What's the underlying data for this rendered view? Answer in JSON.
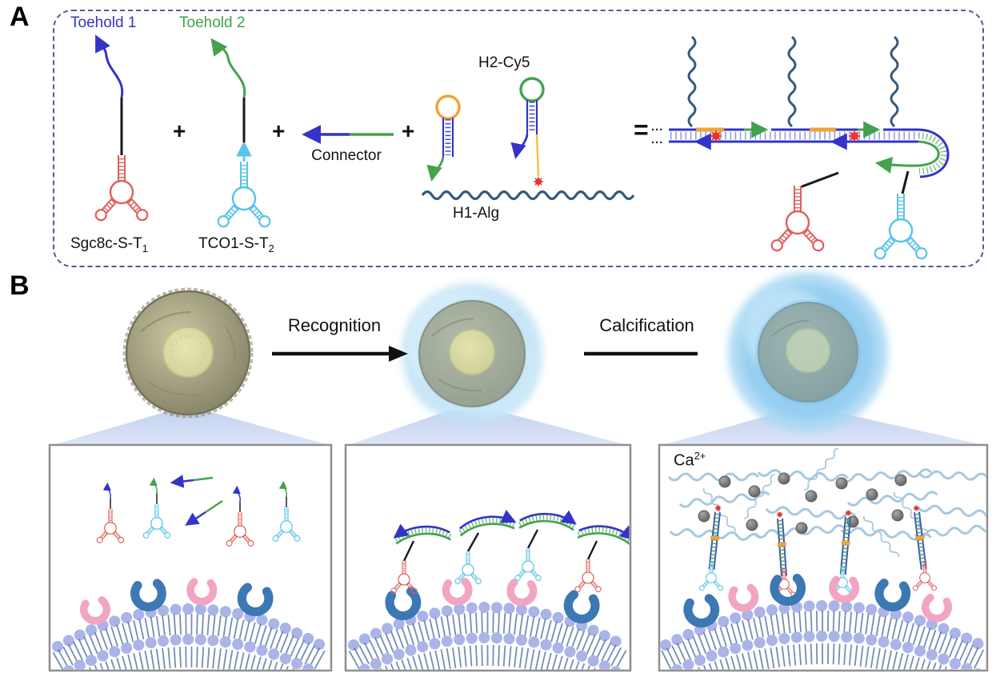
{
  "figure": {
    "panel_a_label": "A",
    "panel_b_label": "B"
  },
  "panel_a": {
    "toehold1_label": "Toehold 1",
    "toehold2_label": "Toehold 2",
    "plus": "+",
    "equals": "=",
    "connector_label": "Connector",
    "h2_cy5_label": "H2-Cy5",
    "h1_alg_label": "H1-Alg",
    "sgc8c_label": "Sgc8c-S-T",
    "sgc8c_subscript": "1",
    "tco1_label": "TCO1-S-T",
    "tco1_subscript": "2",
    "continuation_marks": "···"
  },
  "panel_b": {
    "recognition_label": "Recognition",
    "calcification_label": "Calcification",
    "calcium_label": "Ca",
    "calcium_superscript": "2+"
  },
  "colors": {
    "toehold1_blue": "#3434c8",
    "toehold2_green": "#3fa34d",
    "sgc8c_red": "#e0605c",
    "tco1_cyan": "#58c4e8",
    "connector_blue": "#3a3ac8",
    "connector_green": "#44a24e",
    "alginate_navy": "#35597d",
    "h1_loop_orange": "#f0a23a",
    "cy5_star_red": "#e8342a",
    "membrane_head_lavender": "#aab4e8",
    "membrane_tail_blue": "#50729f",
    "receptor_pink": "#f2a5c1",
    "receptor_blue": "#3c78b4",
    "calcium_ion_gray": "#6e6e6e",
    "alginate_mesh_blue": "#a7c9de",
    "cell_body_olive": "#a09e7f",
    "cell_halo_blue": "#aad9f4",
    "panel_border_navy": "#4a5f9e"
  }
}
